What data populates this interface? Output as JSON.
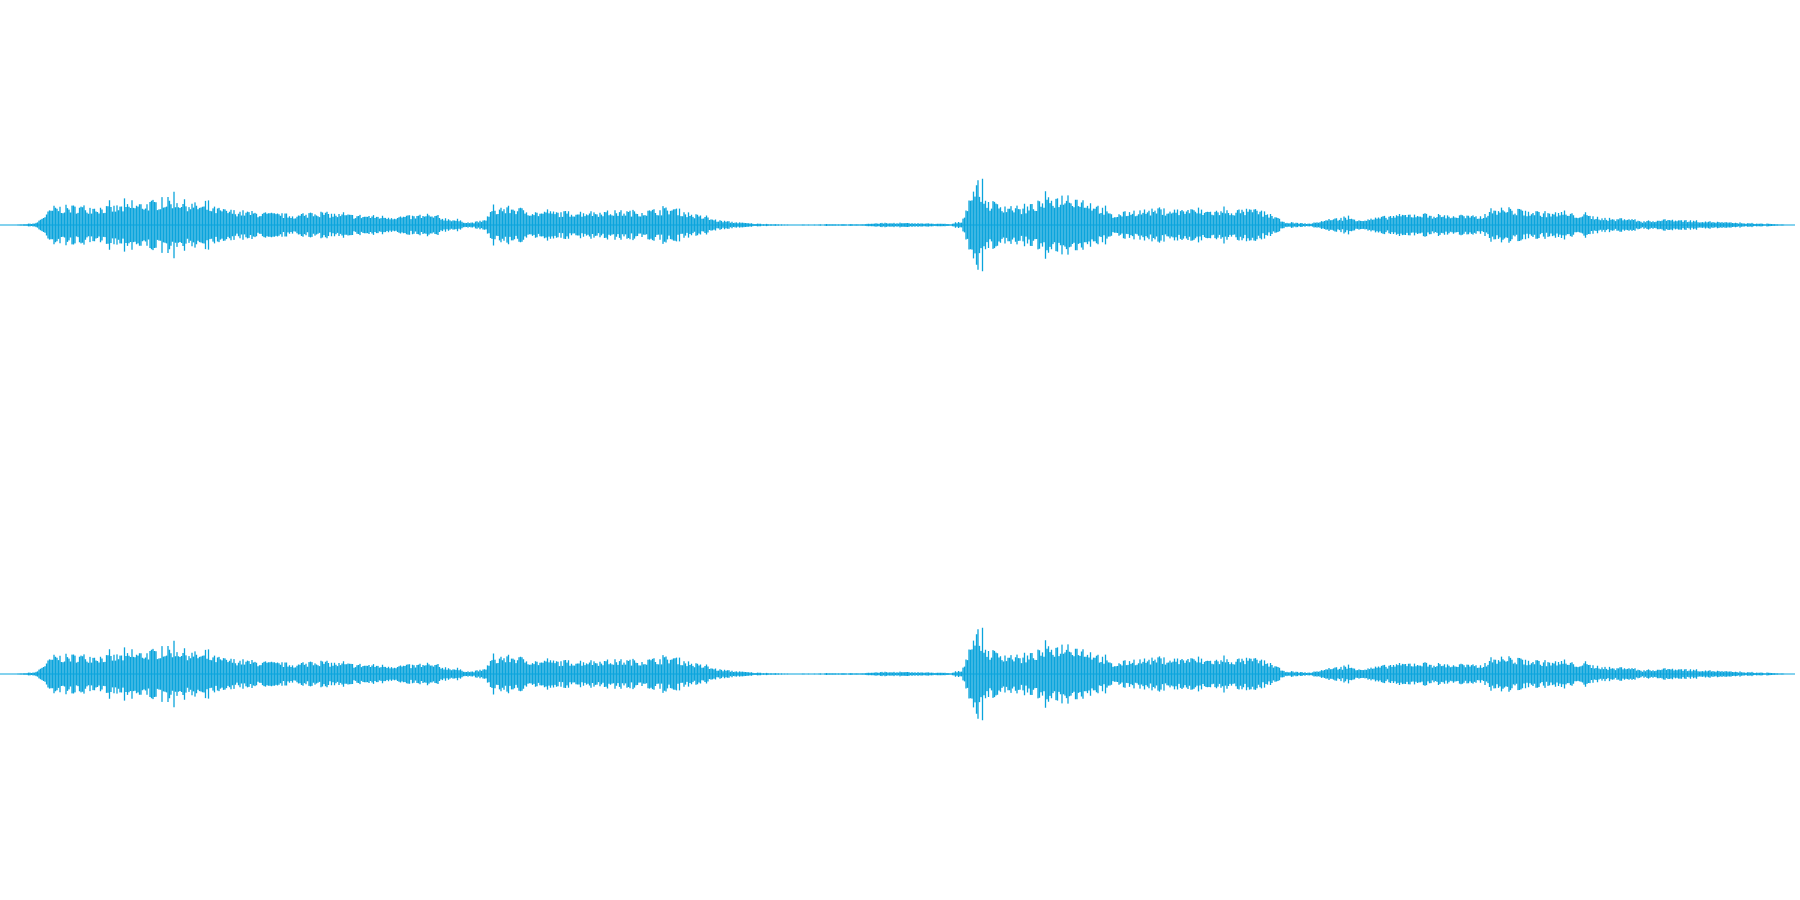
{
  "waveform": {
    "color": "#0aa4dc",
    "background": "#ffffff",
    "channel_count": 2,
    "envelope": [
      [
        0.0,
        0.0
      ],
      [
        0.012,
        0.015
      ],
      [
        0.02,
        0.04
      ],
      [
        0.024,
        0.18
      ],
      [
        0.03,
        0.38
      ],
      [
        0.045,
        0.4
      ],
      [
        0.06,
        0.38
      ],
      [
        0.075,
        0.43
      ],
      [
        0.09,
        0.52
      ],
      [
        0.097,
        0.56
      ],
      [
        0.105,
        0.47
      ],
      [
        0.125,
        0.32
      ],
      [
        0.145,
        0.26
      ],
      [
        0.17,
        0.2
      ],
      [
        0.173,
        0.3
      ],
      [
        0.19,
        0.22
      ],
      [
        0.22,
        0.18
      ],
      [
        0.24,
        0.2
      ],
      [
        0.255,
        0.1
      ],
      [
        0.262,
        0.05
      ],
      [
        0.27,
        0.1
      ],
      [
        0.274,
        0.32
      ],
      [
        0.285,
        0.38
      ],
      [
        0.3,
        0.27
      ],
      [
        0.33,
        0.28
      ],
      [
        0.36,
        0.3
      ],
      [
        0.375,
        0.36
      ],
      [
        0.385,
        0.24
      ],
      [
        0.4,
        0.1
      ],
      [
        0.41,
        0.06
      ],
      [
        0.42,
        0.03
      ],
      [
        0.44,
        0.01
      ],
      [
        0.48,
        0.02
      ],
      [
        0.49,
        0.04
      ],
      [
        0.51,
        0.04
      ],
      [
        0.53,
        0.02
      ],
      [
        0.536,
        0.08
      ],
      [
        0.54,
        0.6
      ],
      [
        0.545,
        0.9
      ],
      [
        0.55,
        0.5
      ],
      [
        0.57,
        0.35
      ],
      [
        0.58,
        0.5
      ],
      [
        0.595,
        0.65
      ],
      [
        0.61,
        0.45
      ],
      [
        0.62,
        0.2
      ],
      [
        0.63,
        0.3
      ],
      [
        0.65,
        0.33
      ],
      [
        0.675,
        0.3
      ],
      [
        0.7,
        0.32
      ],
      [
        0.71,
        0.2
      ],
      [
        0.715,
        0.06
      ],
      [
        0.73,
        0.03
      ],
      [
        0.74,
        0.12
      ],
      [
        0.75,
        0.16
      ],
      [
        0.76,
        0.11
      ],
      [
        0.775,
        0.2
      ],
      [
        0.79,
        0.24
      ],
      [
        0.81,
        0.2
      ],
      [
        0.825,
        0.18
      ],
      [
        0.832,
        0.36
      ],
      [
        0.85,
        0.3
      ],
      [
        0.88,
        0.22
      ],
      [
        0.9,
        0.12
      ],
      [
        0.905,
        0.16
      ],
      [
        0.915,
        0.08
      ],
      [
        0.93,
        0.12
      ],
      [
        0.95,
        0.08
      ],
      [
        0.97,
        0.04
      ],
      [
        0.99,
        0.02
      ],
      [
        1.0,
        0.0
      ]
    ]
  }
}
